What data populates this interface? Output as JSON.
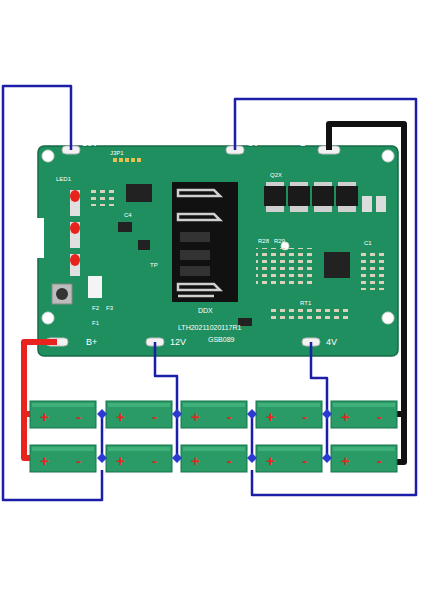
{
  "diagram": {
    "labels": [
      "16V",
      "8V",
      "B-",
      "B+",
      "12V",
      "4V",
      "LTH20211020117R1",
      "GSB089",
      "DDX",
      "J3P1",
      "LED1",
      "F1",
      "F2",
      "F3",
      "Q2X",
      "R28",
      "R29",
      "C4",
      "RT1",
      "C1",
      "TP",
      "+",
      "-",
      "+",
      "-",
      "+",
      "-",
      "+",
      "-",
      "+",
      "-",
      "+",
      "-",
      "+",
      "-",
      "+",
      "-",
      "+",
      "-",
      "+",
      "-"
    ]
  }
}
